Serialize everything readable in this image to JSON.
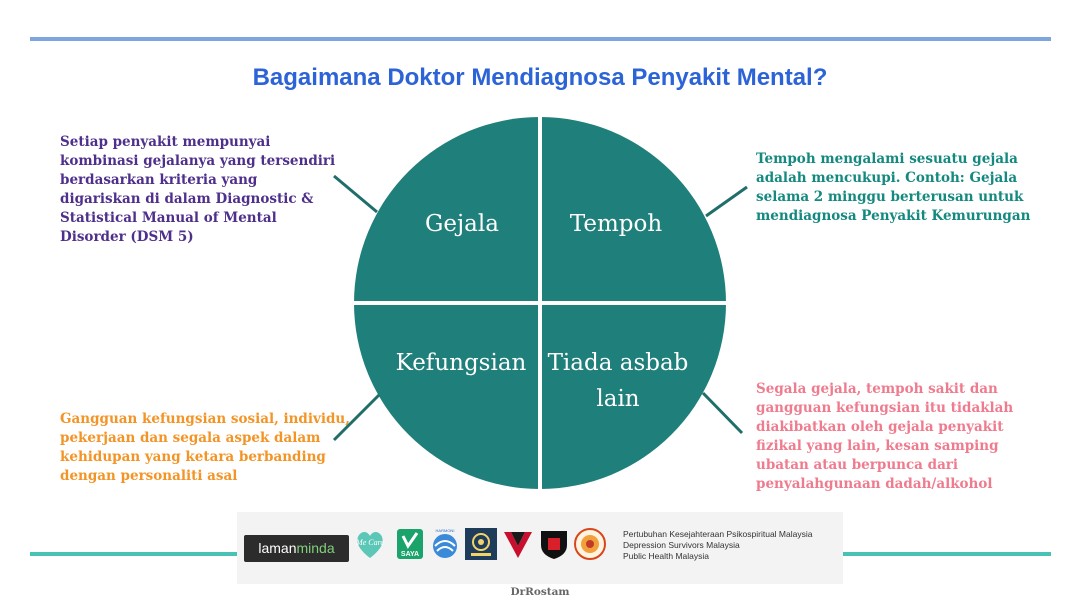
{
  "title": "Bagaimana Doktor Mendiagnosa Penyakit Mental?",
  "quadrants": {
    "top_left": "Gejala",
    "top_right": "Tempoh",
    "bottom_left": "Kefungsian",
    "bottom_right_line1": "Tiada asbab",
    "bottom_right_line2": "lain"
  },
  "notes": {
    "top_left": "Setiap penyakit mempunyai kombinasi gejalanya yang tersendiri berdasarkan kriteria yang digariskan di dalam Diagnostic & Statistical Manual of Mental Disorder (DSM 5)",
    "top_right": "Tempoh mengalami sesuatu gejala adalah mencukupi. Contoh: Gejala selama 2 minggu berterusan untuk mendiagnosa Penyakit Kemurungan",
    "bottom_left": "Gangguan kefungsian sosial, individu, pekerjaan dan segala aspek dalam kehidupan yang ketara berbanding dengan personaliti asal",
    "bottom_right": "Segala gejala, tempoh sakit dan gangguan kefungsian itu tidaklah diakibatkan oleh gejala penyakit fizikal yang lain, kesan samping ubatan atau berpunca dari penyalahgunaan dadah/alkohol"
  },
  "logos": {
    "lamanminda_part1": "laman",
    "lamanminda_part2": "minda",
    "mecare": "Me Care",
    "saya": "SAYA",
    "harmoni": "HARMONI"
  },
  "organizations": [
    "Pertubuhan Kesejahteraan Psikospiritual Malaysia",
    "Depression Survivors Malaysia",
    "Public Health Malaysia"
  ],
  "credit": "DrRostam",
  "colors": {
    "circle": "#1f7f7a",
    "title": "#2c63d6",
    "note_top_left": "#4e2f8b",
    "note_top_right": "#13897f",
    "note_bottom_left": "#f39426",
    "note_bottom_right": "#ef7b8e"
  }
}
